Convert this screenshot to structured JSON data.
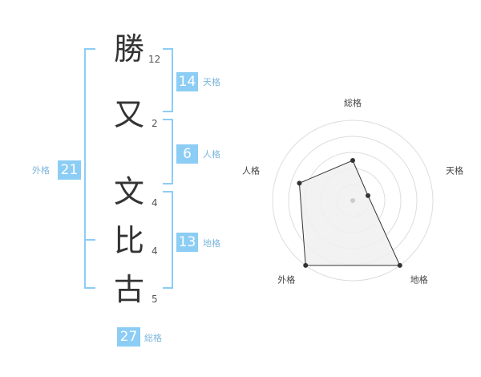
{
  "characters": [
    {
      "char": "勝",
      "strokes": "12"
    },
    {
      "char": "又",
      "strokes": "2"
    },
    {
      "char": "文",
      "strokes": "4"
    },
    {
      "char": "比",
      "strokes": "4"
    },
    {
      "char": "古",
      "strokes": "5"
    }
  ],
  "kaku": {
    "tenkaku": {
      "value": "14",
      "label": "天格"
    },
    "jinkaku": {
      "value": "6",
      "label": "人格"
    },
    "chikaku": {
      "value": "13",
      "label": "地格"
    },
    "gaikaku": {
      "value": "21",
      "label": "外格"
    },
    "soukaku": {
      "value": "27",
      "label": "総格"
    }
  },
  "colors": {
    "accent": "#8ccdf5",
    "accent_text": "#7cb6dc",
    "radar_fill": "#f0f0f0",
    "radar_line": "#333333"
  },
  "chart_data": {
    "type": "radar",
    "axes": [
      "総格",
      "天格",
      "地格",
      "外格",
      "人格"
    ],
    "values": [
      2.5,
      1,
      5,
      5,
      3.5
    ],
    "max": 5,
    "grid": true
  }
}
